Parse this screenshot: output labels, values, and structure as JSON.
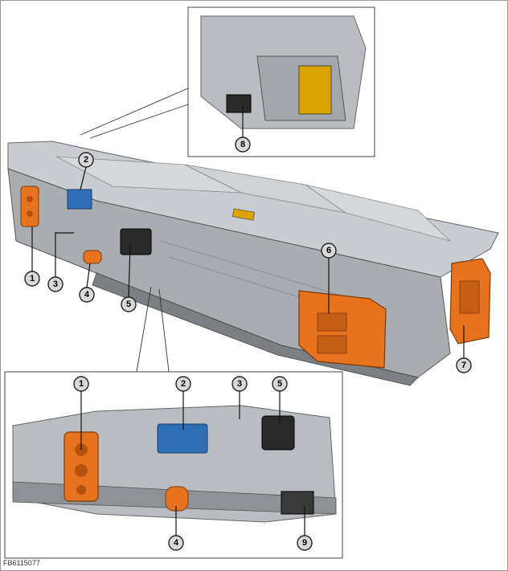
{
  "figure_id": "FB6115077",
  "callouts": [
    {
      "id": "main-1",
      "label": "1"
    },
    {
      "id": "main-2",
      "label": "2"
    },
    {
      "id": "main-3",
      "label": "3"
    },
    {
      "id": "main-4",
      "label": "4"
    },
    {
      "id": "main-5",
      "label": "5"
    },
    {
      "id": "main-6",
      "label": "6"
    },
    {
      "id": "main-7",
      "label": "7"
    },
    {
      "id": "top-8",
      "label": "8"
    },
    {
      "id": "bottom-1",
      "label": "1"
    },
    {
      "id": "bottom-2",
      "label": "2"
    },
    {
      "id": "bottom-3",
      "label": "3"
    },
    {
      "id": "bottom-5",
      "label": "5"
    },
    {
      "id": "bottom-4",
      "label": "4"
    },
    {
      "id": "bottom-9",
      "label": "9"
    }
  ],
  "colors": {
    "housing": "#b9bcc0",
    "housing_dark": "#8e9296",
    "orange_connector": "#e8731f",
    "blue_label": "#2f6fb7",
    "black_part": "#2a2a2a"
  }
}
